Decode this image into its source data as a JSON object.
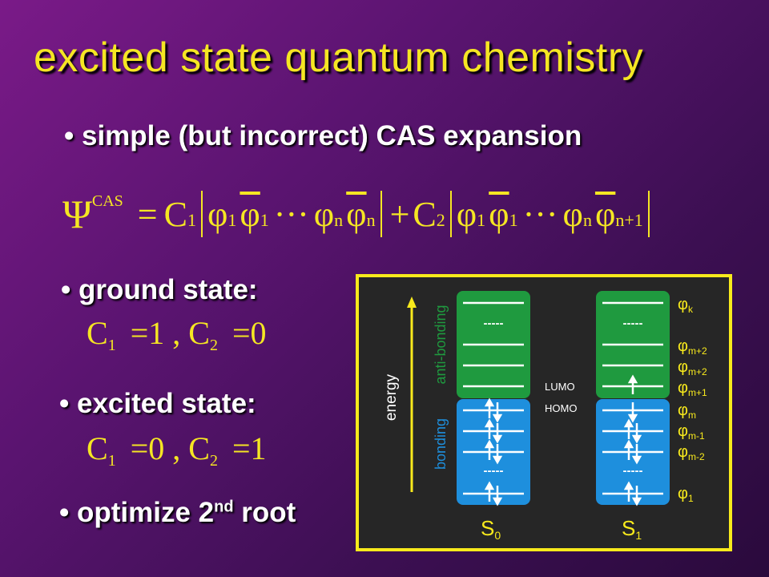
{
  "title": "excited state quantum chemistry",
  "bullets": {
    "b1": "• simple (but incorrect) CAS expansion",
    "b2": "• ground state:",
    "b3": "• excited state:",
    "b4_pre": "• optimize 2",
    "b4_sup": "nd",
    "b4_post": " root"
  },
  "equation_cas": {
    "psi": "Ψ",
    "sup": "CAS",
    "eq": "=",
    "c1": "C",
    "sub1": "1",
    "phi": "φ",
    "dots": "···",
    "n": "n",
    "plus": "+",
    "c2": "C",
    "sub2": "2",
    "n1": "n+1"
  },
  "ground_eq": {
    "c1": "C",
    "s1": "1",
    "v1": "=1",
    "comma": ",",
    "c2": "C",
    "s2": "2",
    "v2": "=0"
  },
  "excited_eq": {
    "c1": "C",
    "s1": "1",
    "v1": "=0",
    "comma": ",",
    "c2": "C",
    "s2": "2",
    "v2": "=1"
  },
  "diagram": {
    "energy_label": "energy",
    "bonding_label": "bonding",
    "antibonding_label": "anti-bonding",
    "lumo": "LUMO",
    "homo": "HOMO",
    "s0": "S",
    "s0_sub": "0",
    "s1": "S",
    "s1_sub": "1",
    "dashes": "-----",
    "phi_labels": [
      {
        "main": "φ",
        "sub": "k"
      },
      {
        "main": "φ",
        "sub": "m+2"
      },
      {
        "main": "φ",
        "sub": "m+2"
      },
      {
        "main": "φ",
        "sub": "m+1"
      },
      {
        "main": "φ",
        "sub": "m"
      },
      {
        "main": "φ",
        "sub": "m-1"
      },
      {
        "main": "φ",
        "sub": "m-2"
      },
      {
        "main": "φ",
        "sub": "1"
      }
    ],
    "colors": {
      "green": "#1f9a3f",
      "blue": "#1e8fdd",
      "yellow": "#f8ea1c",
      "frame_bg": "#262626"
    }
  }
}
